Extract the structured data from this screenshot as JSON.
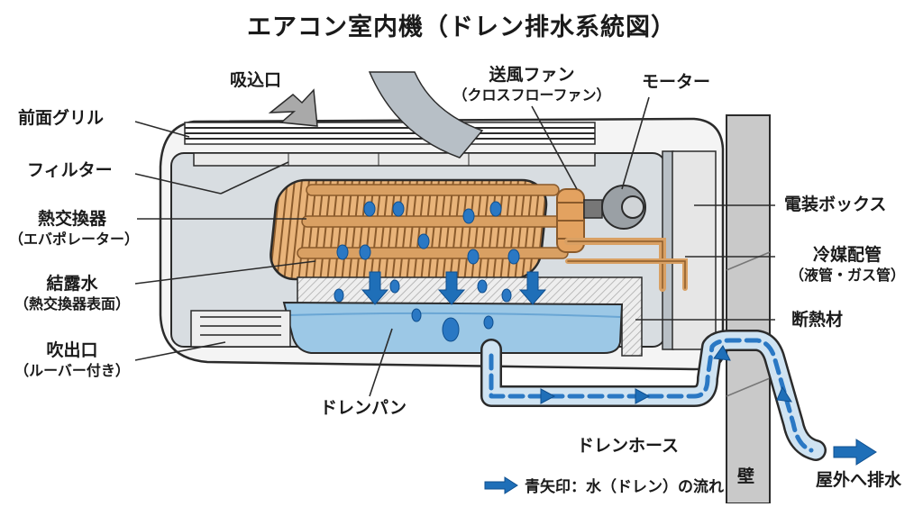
{
  "title": "エアコン室内機（ドレン排水系統図）",
  "labels": {
    "intake": "吸込口",
    "front_grille": "前面グリル",
    "filter": "フィルター",
    "heat_exchanger": "熱交換器",
    "heat_exchanger_sub": "（エバポレーター）",
    "condensation": "結露水",
    "condensation_sub": "（熱交換器表面）",
    "outlet": "吹出口",
    "outlet_sub": "（ルーバー付き）",
    "fan": "送風ファン",
    "fan_sub": "（クロスフローファン）",
    "motor": "モーター",
    "electrical_box": "電装ボックス",
    "refrigerant_pipe": "冷媒配管",
    "refrigerant_pipe_sub": "（液管・ガス管）",
    "insulation": "断熱材",
    "drain_pan": "ドレンパン",
    "drain_hose": "ドレンホース",
    "wall": "壁",
    "outdoor_drain": "屋外へ排水"
  },
  "legend": {
    "text": "青矢印：水（ドレン）の流れ",
    "arrow_color": "#1f6fb8"
  },
  "colors": {
    "water": "#2a78c4",
    "water_light": "#9cc8e6",
    "copper": "#d9a063",
    "copper_dark": "#8a5a2b",
    "casing": "#f4f4f4",
    "interior": "#d8dde1",
    "wall": "#c9c9c9",
    "outline": "#2b2b2b"
  }
}
